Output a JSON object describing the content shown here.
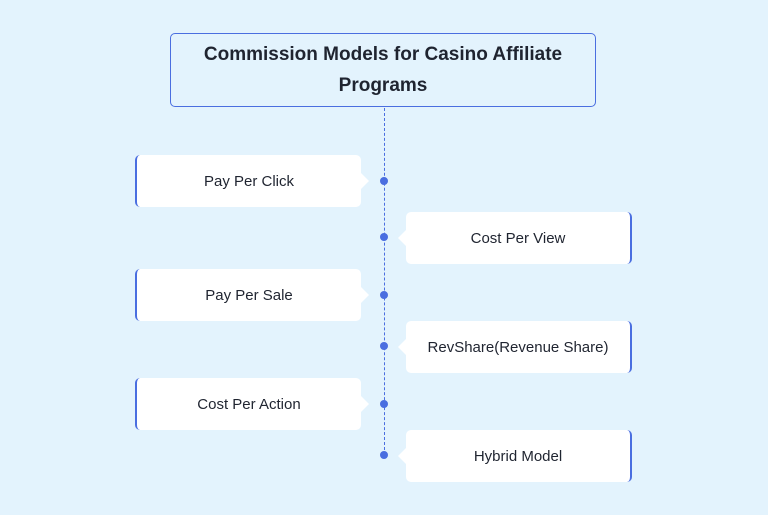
{
  "diagram": {
    "title": "Commission Models for Casino Affiliate Programs",
    "items": [
      {
        "label": "Pay Per Click",
        "side": "left"
      },
      {
        "label": "Cost Per View",
        "side": "right"
      },
      {
        "label": "Pay Per Sale",
        "side": "left"
      },
      {
        "label": "RevShare(Revenue Share)",
        "side": "right"
      },
      {
        "label": "Cost Per Action",
        "side": "left"
      },
      {
        "label": "Hybrid Model",
        "side": "right"
      }
    ]
  },
  "colors": {
    "background": "#e3f3fd",
    "accent": "#4a6ee0",
    "card": "#ffffff",
    "text": "#1f2430"
  }
}
